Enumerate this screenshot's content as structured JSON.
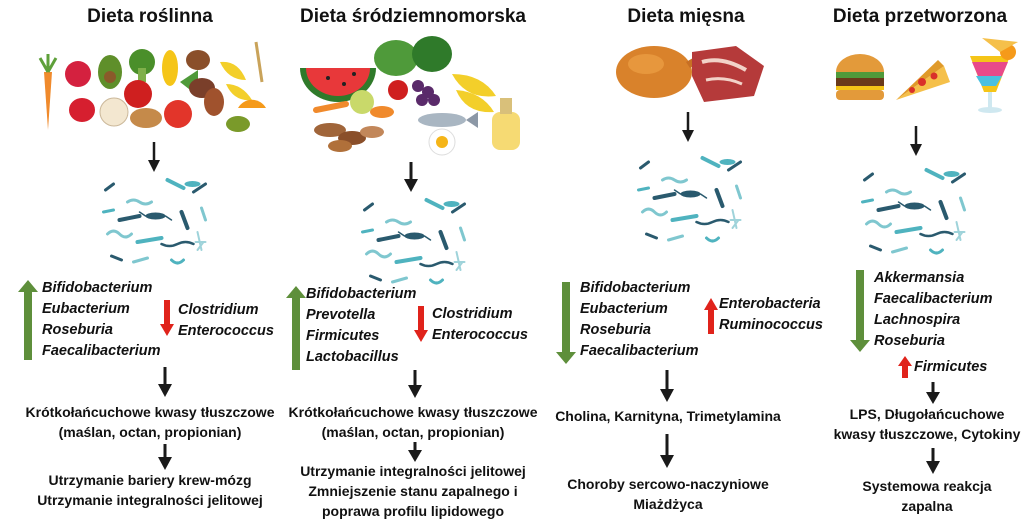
{
  "columns": [
    {
      "title": "Dieta roślinna",
      "increased": [
        "Bifidobacterium",
        "Eubacterium",
        "Roseburia",
        "Faecalibacterium"
      ],
      "decreased": [
        "Clostridium",
        "Enterococcus"
      ],
      "metabolite": [
        "Krótkołańcuchowe kwasy tłuszczowe",
        "(maślan, octan, propionian)"
      ],
      "outcome": [
        "Utrzymanie bariery krew-mózg",
        "Utrzymanie integralności jelitowej"
      ]
    },
    {
      "title": "Dieta śródziemnomorska",
      "increased": [
        "Bifidobacterium",
        "Prevotella",
        "Firmicutes",
        "Lactobacillus"
      ],
      "decreased": [
        "Clostridium",
        "Enterococcus"
      ],
      "metabolite": [
        "Krótkołańcuchowe kwasy tłuszczowe",
        "(maślan, octan, propionian)"
      ],
      "outcome": [
        "Utrzymanie integralności jelitowej",
        "Zmniejszenie stanu zapalnego i",
        "poprawa profilu lipidowego"
      ]
    },
    {
      "title": "Dieta mięsna",
      "decreased": [
        "Bifidobacterium",
        "Eubacterium",
        "Roseburia",
        "Faecalibacterium"
      ],
      "increased": [
        "Enterobacteria",
        "Ruminococcus"
      ],
      "metabolite": [
        "Cholina, Karnityna, Trimetylamina"
      ],
      "outcome": [
        "Choroby sercowo-naczyniowe",
        "Miażdżyca"
      ]
    },
    {
      "title": "Dieta przetworzona",
      "decreased": [
        "Akkermansia",
        "Faecalibacterium",
        "Lachnospira",
        "Roseburia"
      ],
      "increased": [
        "Firmicutes"
      ],
      "metabolite": [
        "LPS, Długołańcuchowe",
        "kwasy tłuszczowe, Cytokiny"
      ],
      "outcome": [
        "Systemowa reakcja",
        "zapalna"
      ]
    }
  ],
  "icons": [
    "vegetables-fruits-icon",
    "mediterranean-food-icon",
    "meat-icon",
    "fast-food-icon",
    "gut-bacteria-icon"
  ],
  "colors": {
    "up_green": "#5e8f3b",
    "down_red": "#e0231b",
    "flow_arrow": "#1a1a1a",
    "bacteria_teal": "#4fb3bf",
    "bacteria_dark": "#2a5a6e"
  }
}
